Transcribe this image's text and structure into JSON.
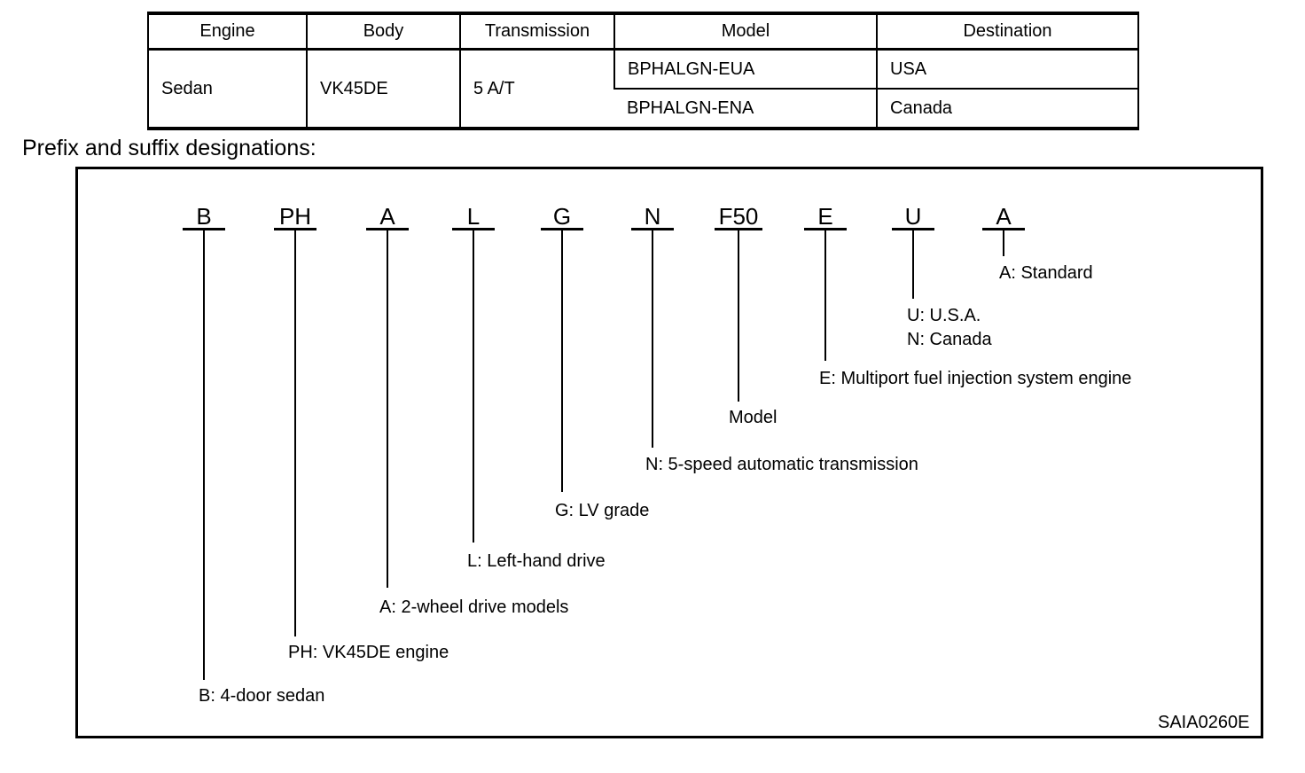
{
  "colors": {
    "ink": "#000000",
    "paper": "#ffffff"
  },
  "table": {
    "headers": [
      "Engine",
      "Body",
      "Transmission",
      "Model",
      "Destination"
    ],
    "engine": "Sedan",
    "body": "VK45DE",
    "transmission": "5 A/T",
    "rows": [
      {
        "model": "BPHALGN-EUA",
        "destination": "USA"
      },
      {
        "model": "BPHALGN-ENA",
        "destination": "Canada"
      }
    ]
  },
  "section_title": "Prefix and suffix designations:",
  "diagram": {
    "figure_code": "SAIA0260E",
    "columns": [
      {
        "code": "B",
        "label": "B: 4-door sedan"
      },
      {
        "code": "PH",
        "label": "PH: VK45DE engine"
      },
      {
        "code": "A",
        "label": "A: 2-wheel drive models"
      },
      {
        "code": "L",
        "label": "L: Left-hand drive"
      },
      {
        "code": "G",
        "label": "G: LV grade"
      },
      {
        "code": "N",
        "label": "N: 5-speed automatic transmission"
      },
      {
        "code": "F50",
        "label": "Model"
      },
      {
        "code": "E",
        "label": "E: Multiport fuel injection system engine"
      },
      {
        "code": "U",
        "label": "U: U.S.A.",
        "label2": "N: Canada"
      },
      {
        "code": "A",
        "label": "A: Standard"
      }
    ]
  }
}
